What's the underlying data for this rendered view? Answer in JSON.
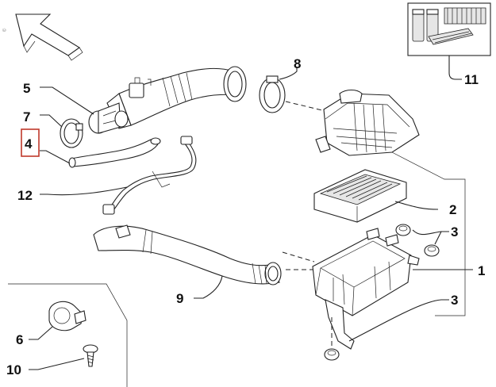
{
  "diagram": {
    "watermark": "©"
  },
  "callouts": [
    {
      "id": "c5",
      "label": "5"
    },
    {
      "id": "c7",
      "label": "7"
    },
    {
      "id": "c4",
      "label": "4",
      "highlighted": true,
      "highlight_color": "#c0392b"
    },
    {
      "id": "c12",
      "label": "12"
    },
    {
      "id": "c8",
      "label": "8"
    },
    {
      "id": "c11",
      "label": "11"
    },
    {
      "id": "c2",
      "label": "2"
    },
    {
      "id": "c3a",
      "label": "3"
    },
    {
      "id": "c1",
      "label": "1"
    },
    {
      "id": "c3b",
      "label": "3"
    },
    {
      "id": "c9",
      "label": "9"
    },
    {
      "id": "c6",
      "label": "6"
    },
    {
      "id": "c10",
      "label": "10"
    }
  ],
  "colors": {
    "line": "#222222",
    "highlight": "#c0392b",
    "background": "#ffffff"
  }
}
